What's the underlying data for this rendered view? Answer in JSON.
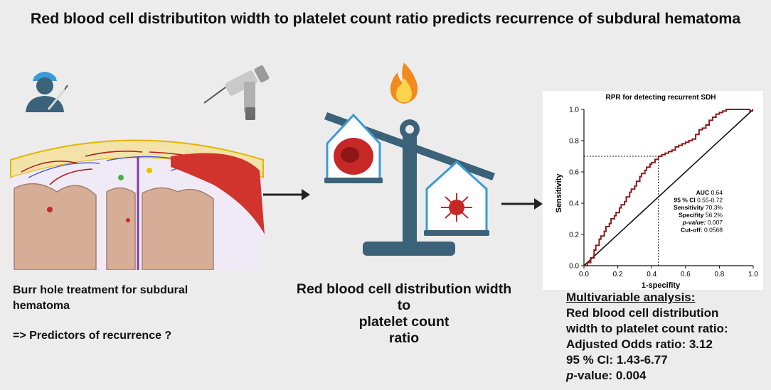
{
  "title": "Red blood cell distributiton width to platelet count ratio predicts recurrence of subdural hematoma",
  "left_panel": {
    "line1": "Burr hole treatment for subdural",
    "line2": "hematoma",
    "line3": "=> Predictors of recurrence ?"
  },
  "middle_panel": {
    "line1": "Red blood cell distribution width",
    "line2": "to",
    "line3": "platelet count",
    "line4": "ratio"
  },
  "multivariable": {
    "heading": "Multivariable analysis:",
    "line1": "Red blood cell distribution",
    "line2": "width to platelet count ratio:",
    "odds": "Adjusted Odds ratio:  3.12",
    "ci": "95 % CI: 1.43-6.77",
    "p_label": "p",
    "p_rest": "-value:  0.004"
  },
  "colors": {
    "roc_curve": "#8b1a1a",
    "scale": "#3b6278",
    "blood": "#c62828",
    "hematoma": "#d0342c"
  },
  "chart_data": {
    "type": "line",
    "title": "RPR for detecting recurrent SDH",
    "xlabel": "1-specifity",
    "ylabel": "Sensitivity",
    "xlim": [
      0,
      1
    ],
    "ylim": [
      0,
      1
    ],
    "xticks": [
      "0.0",
      "0.2",
      "0.4",
      "0.6",
      "0.8",
      "1.0"
    ],
    "yticks": [
      "0.0",
      "0.2",
      "0.4",
      "0.6",
      "0.8",
      "1.0"
    ],
    "series": [
      {
        "x": [
          0,
          0.02,
          0.04,
          0.06,
          0.07,
          0.09,
          0.1,
          0.12,
          0.13,
          0.15,
          0.16,
          0.18,
          0.19,
          0.21,
          0.22,
          0.24,
          0.25,
          0.27,
          0.28,
          0.3,
          0.31,
          0.33,
          0.34,
          0.36,
          0.37,
          0.39,
          0.4,
          0.42,
          0.44,
          0.46,
          0.48,
          0.5,
          0.52,
          0.54,
          0.56,
          0.58,
          0.6,
          0.62,
          0.64,
          0.66,
          0.68,
          0.7,
          0.72,
          0.74,
          0.76,
          0.78,
          0.8,
          0.82,
          0.84,
          0.86,
          0.88,
          0.9,
          0.92,
          0.94,
          0.96,
          0.98,
          1.0
        ],
        "y": [
          0,
          0.02,
          0.05,
          0.1,
          0.13,
          0.17,
          0.19,
          0.22,
          0.25,
          0.27,
          0.3,
          0.32,
          0.34,
          0.37,
          0.39,
          0.41,
          0.44,
          0.47,
          0.49,
          0.51,
          0.54,
          0.57,
          0.59,
          0.61,
          0.63,
          0.65,
          0.66,
          0.68,
          0.7,
          0.71,
          0.72,
          0.73,
          0.74,
          0.76,
          0.77,
          0.78,
          0.79,
          0.8,
          0.81,
          0.84,
          0.87,
          0.88,
          0.9,
          0.93,
          0.95,
          0.97,
          0.98,
          0.99,
          1.0,
          1.0,
          1.0,
          1.0,
          1.0,
          1.0,
          1.0,
          0.99,
          0.99
        ]
      }
    ],
    "reference_line": [
      [
        0,
        0
      ],
      [
        1,
        1
      ]
    ],
    "cutoff_point": {
      "x": 0.44,
      "y": 0.7
    },
    "annotations": [
      {
        "label": "AUC",
        "value": "0.64"
      },
      {
        "label": "95 % CI",
        "value": "0.55-0.72"
      },
      {
        "label": "Sensitivity",
        "value": "70.3%"
      },
      {
        "label": "Specifity",
        "value": "56.2%"
      },
      {
        "label": "p-value:",
        "value": "0.007"
      },
      {
        "label": "Cut-off:",
        "value": "0.0568"
      }
    ]
  }
}
